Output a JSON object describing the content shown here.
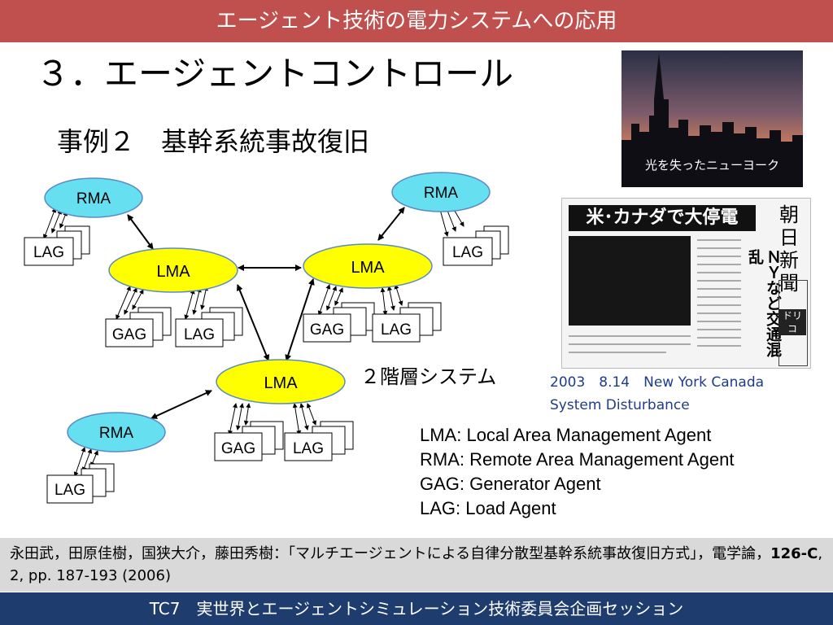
{
  "header": {
    "title": "エージェント技術の電力システムへの応用"
  },
  "slide": {
    "heading": "３．エージェントコントロール",
    "subheading": "事例２　基幹系統事故復旧"
  },
  "diagram": {
    "layer_label": "２階層システム",
    "nodes": {
      "rma_top_left": "RMA",
      "rma_top_right": "RMA",
      "rma_bottom_left": "RMA",
      "lma_left": "LMA",
      "lma_right": "LMA",
      "lma_bottom": "LMA",
      "lag_top_left": "LAG",
      "lag_top_right": "LAG",
      "gag_left": "GAG",
      "lag_left": "LAG",
      "gag_right": "GAG",
      "lag_right": "LAG",
      "gag_bottom": "GAG",
      "lag_bottom": "LAG",
      "lag_bottom_left": "LAG"
    }
  },
  "photo": {
    "caption": "光を失ったニューヨーク"
  },
  "newspaper": {
    "headline": "米･カナダで大停電",
    "masthead": "朝日新聞",
    "side_headline": "ＮＹなど交通混乱",
    "ad_text": "ドリコ"
  },
  "event_caption": "2003　8.14　New York Canada\nSystem Disturbance",
  "legend": [
    "LMA: Local Area Management Agent",
    "RMA: Remote Area Management Agent",
    "GAG: Generator Agent",
    "LAG: Load Agent"
  ],
  "citation": {
    "authors": "永田武，田原佳樹，国狭大介，藤田秀樹：「マルチエージェントによる自律分散型基幹系統事故復旧方式」，電学論，",
    "volume": "126-C",
    "rest": ", 2, pp. 187-193 (2006)"
  },
  "footer": {
    "text": "TC7　実世界とエージェントシミュレーション技術委員会企画セッション"
  },
  "colors": {
    "title_bar": "#c0504d",
    "footer_bar": "#1f3c6e",
    "rma_fill": "#66e0f0",
    "lma_fill": "#ffff00",
    "caption_blue": "#1f3c88"
  }
}
